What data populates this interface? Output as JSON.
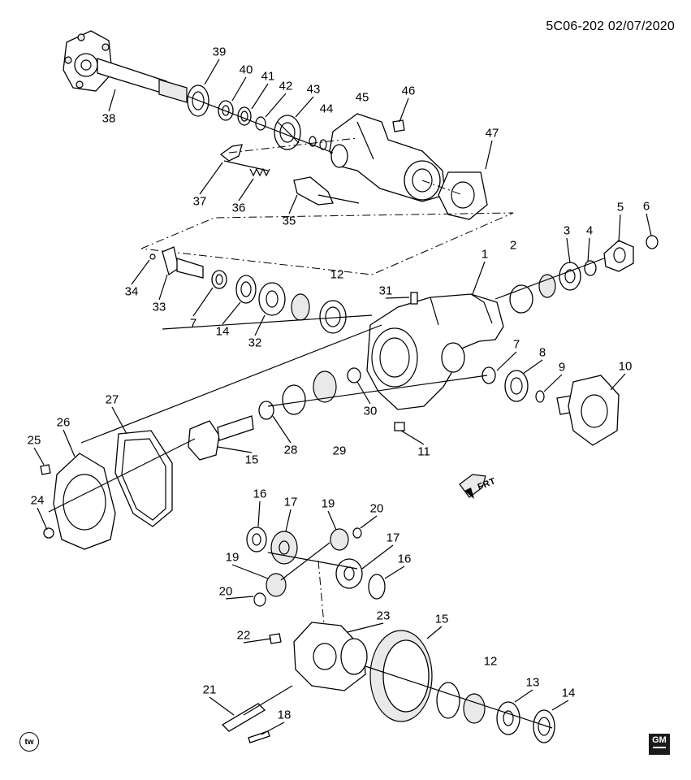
{
  "header": {
    "diagram_code": "5C06-202 02/07/2020"
  },
  "footer": {
    "tw_badge": "tw",
    "gm_logo_text": "GM"
  },
  "direction_marker": {
    "label": "FRT",
    "icon": "front-direction-arrow-icon"
  },
  "callouts": [
    {
      "id": "c38",
      "label": "38"
    },
    {
      "id": "c39",
      "label": "39"
    },
    {
      "id": "c40",
      "label": "40"
    },
    {
      "id": "c41",
      "label": "41"
    },
    {
      "id": "c42",
      "label": "42"
    },
    {
      "id": "c43",
      "label": "43"
    },
    {
      "id": "c44",
      "label": "44"
    },
    {
      "id": "c45",
      "label": "45"
    },
    {
      "id": "c46",
      "label": "46"
    },
    {
      "id": "c47",
      "label": "47"
    },
    {
      "id": "c37",
      "label": "37"
    },
    {
      "id": "c36",
      "label": "36"
    },
    {
      "id": "c35",
      "label": "35"
    },
    {
      "id": "c34",
      "label": "34"
    },
    {
      "id": "c33",
      "label": "33"
    },
    {
      "id": "c7a",
      "label": "7"
    },
    {
      "id": "c14a",
      "label": "14"
    },
    {
      "id": "c32",
      "label": "32"
    },
    {
      "id": "c12a",
      "label": "12"
    },
    {
      "id": "c31",
      "label": "31"
    },
    {
      "id": "c1",
      "label": "1"
    },
    {
      "id": "c2",
      "label": "2"
    },
    {
      "id": "c3",
      "label": "3"
    },
    {
      "id": "c4",
      "label": "4"
    },
    {
      "id": "c5",
      "label": "5"
    },
    {
      "id": "c6",
      "label": "6"
    },
    {
      "id": "c7b",
      "label": "7"
    },
    {
      "id": "c8",
      "label": "8"
    },
    {
      "id": "c9",
      "label": "9"
    },
    {
      "id": "c10",
      "label": "10"
    },
    {
      "id": "c11",
      "label": "11"
    },
    {
      "id": "c30",
      "label": "30"
    },
    {
      "id": "c29",
      "label": "29"
    },
    {
      "id": "c28",
      "label": "28"
    },
    {
      "id": "c27",
      "label": "27"
    },
    {
      "id": "c26",
      "label": "26"
    },
    {
      "id": "c25",
      "label": "25"
    },
    {
      "id": "c24",
      "label": "24"
    },
    {
      "id": "c15a",
      "label": "15"
    },
    {
      "id": "c16a",
      "label": "16"
    },
    {
      "id": "c17a",
      "label": "17"
    },
    {
      "id": "c19a",
      "label": "19"
    },
    {
      "id": "c20a",
      "label": "20"
    },
    {
      "id": "c17b",
      "label": "17"
    },
    {
      "id": "c16b",
      "label": "16"
    },
    {
      "id": "c19b",
      "label": "19"
    },
    {
      "id": "c20b",
      "label": "20"
    },
    {
      "id": "c22",
      "label": "22"
    },
    {
      "id": "c23",
      "label": "23"
    },
    {
      "id": "c15b",
      "label": "15"
    },
    {
      "id": "c12b",
      "label": "12"
    },
    {
      "id": "c13",
      "label": "13"
    },
    {
      "id": "c14b",
      "label": "14"
    },
    {
      "id": "c21",
      "label": "21"
    },
    {
      "id": "c18",
      "label": "18"
    }
  ]
}
